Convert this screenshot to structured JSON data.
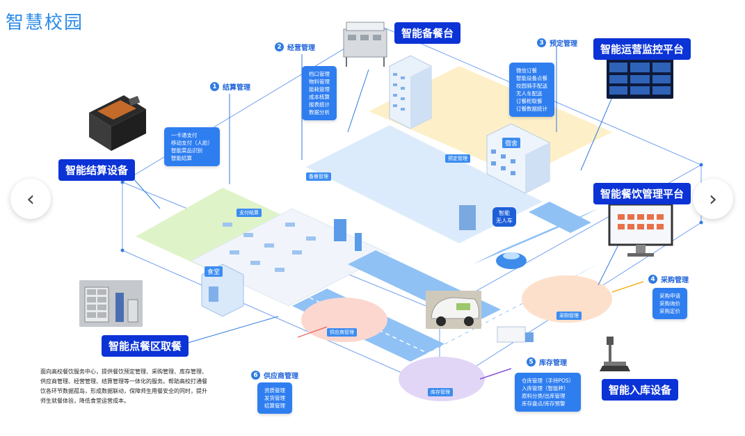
{
  "title": "智慧校园",
  "nav": {
    "prev": "‹",
    "next": "›"
  },
  "callouts": {
    "prep_station": "智能备餐台",
    "ops_monitor": "智能运营监控平台",
    "checkout_device": "智能结算设备",
    "catering_platform": "智能餐饮管理平台",
    "pickup": "智能点餐区取餐",
    "storage_device": "智能入库设备"
  },
  "sections": [
    {
      "num": "1",
      "title": "结算管理",
      "items": [
        "一卡通支付",
        "移动支付（人脸）",
        "智能菜品识别",
        "智能结算"
      ]
    },
    {
      "num": "2",
      "title": "经营管理",
      "items": [
        "档口管理",
        "物料管理",
        "能耗管理",
        "成本核算",
        "报表统计",
        "数据分析"
      ]
    },
    {
      "num": "3",
      "title": "预定管理",
      "items": [
        "微信订餐",
        "智能设备点餐",
        "校园骑手配送",
        "无人车配送",
        "订餐柜取餐",
        "订餐数据统计"
      ]
    },
    {
      "num": "4",
      "title": "采购管理",
      "items": [
        "采购申请",
        "采购询价",
        "采购定价"
      ]
    },
    {
      "num": "5",
      "title": "库存管理",
      "items": [
        "仓库管理（手持POS）",
        "入库管理（智能秤）",
        "原料分类/出库管理",
        "库存盘点/库存预警"
      ]
    },
    {
      "num": "6",
      "title": "供应商管理",
      "items": [
        "资质管理",
        "发货管理",
        "结算管理"
      ]
    }
  ],
  "tags": {
    "drone_car": "智能\n无人车",
    "canteen": "食堂",
    "dorm": "宿舍",
    "zone_supply": "供应商管理",
    "zone_storage": "库存管理",
    "zone_purchase": "采购管理",
    "zone_order": "预定管理",
    "zone_checkout": "支付结算",
    "zone_prep": "备餐管理"
  },
  "description": "面向高校餐饮服务中心，提供餐饮预定管理、采购管理、库存管理、供应商管理、经营管理、结算管理等一体化的服务。帮助高校打通餐饮各环节数据孤岛，形成数据联动，保障师生用餐安全的同时，提升师生就餐体验，降低食堂运营成本。",
  "colors": {
    "accent": "#0b33d6",
    "box": "#2f7ef0",
    "title": "#2b8ae6",
    "road": "#8fc1f5",
    "zone_green": "#dff3c9",
    "zone_yellow": "#fdefc8",
    "zone_blue": "#dcebfb",
    "zone_red": "#fbd7cf",
    "zone_purple": "#e2d6f6",
    "zone_orange": "#fde0cc"
  }
}
